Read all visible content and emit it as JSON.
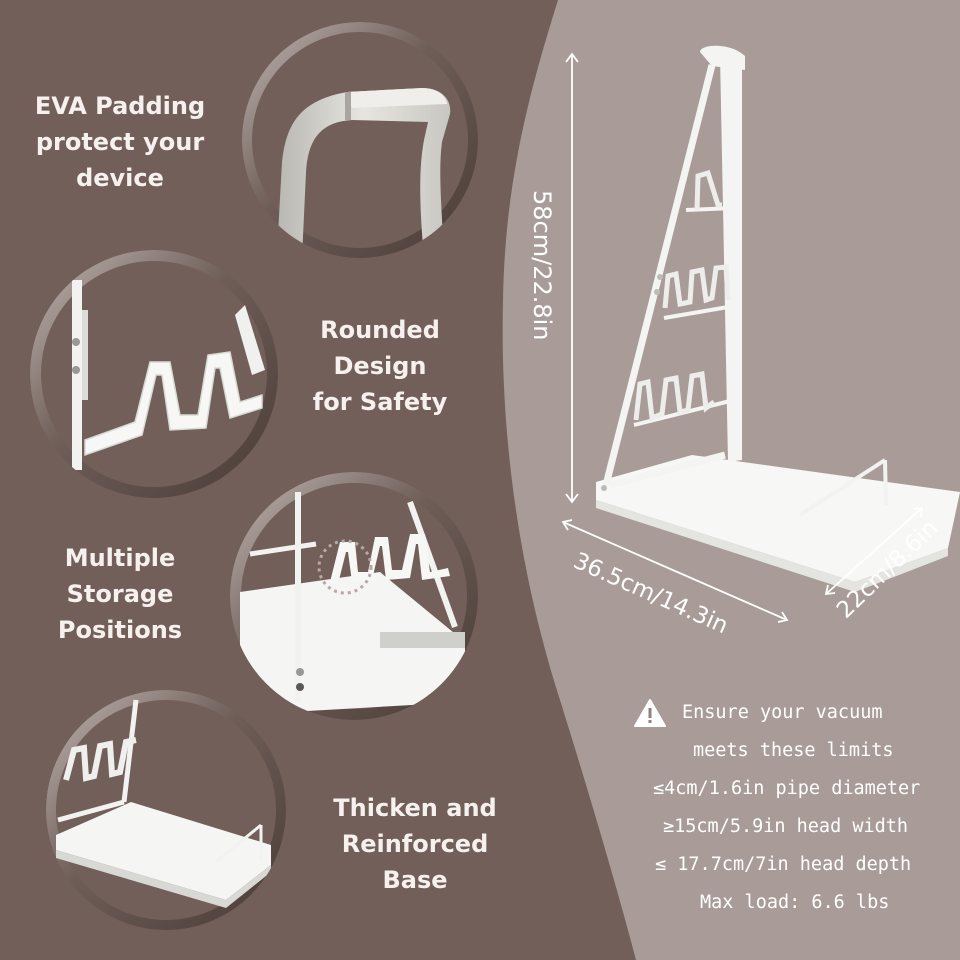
{
  "colors": {
    "left_bg": "#725f59",
    "right_bg": "#a99c98",
    "ring_dark": "#4e3f3b",
    "ring_light": "#bcb0ac",
    "product_white": "#f4f4f2",
    "text": "#f6f1ee"
  },
  "features": [
    {
      "id": "eva-padding",
      "lines": [
        "EVA Padding",
        "protect your",
        "device"
      ],
      "image": "handle-with-eva-padding"
    },
    {
      "id": "rounded-design",
      "lines": [
        "Rounded",
        "Design",
        "for Safety"
      ],
      "image": "wavy-hook-closeup"
    },
    {
      "id": "multiple-storage",
      "lines": [
        "Multiple",
        "Storage",
        "Positions"
      ],
      "image": "adjustable-hook-positions"
    },
    {
      "id": "reinforced-base",
      "lines": [
        "Thicken and",
        "Reinforced",
        "Base"
      ],
      "image": "base-plate-closeup"
    }
  ],
  "dimensions": {
    "height": "58cm/22.8in",
    "length": "36.5cm/14.3in",
    "width": "22cm/8.6in"
  },
  "limits": {
    "icon": "warning-triangle-icon",
    "title_line1": "Ensure your vacuum",
    "title_line2": "meets these limits",
    "items": [
      "≤4cm/1.6in pipe diameter",
      "≥15cm/5.9in head width",
      "≤ 17.7cm/7in head depth",
      "Max load: 6.6 lbs"
    ]
  }
}
